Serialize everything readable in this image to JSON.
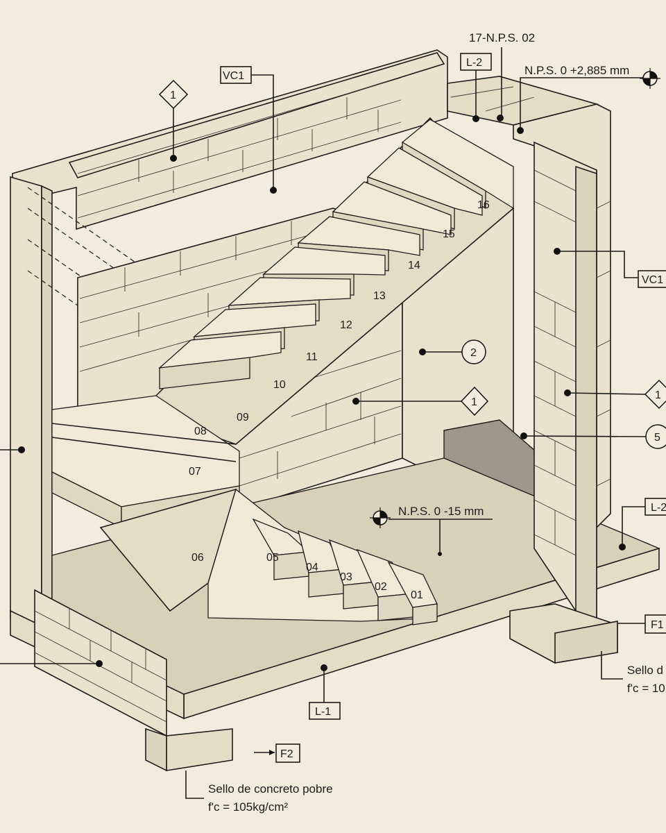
{
  "labels": {
    "level_top_ref": "17-N.P.S. 02",
    "level_top": "N.P.S. 0 +2,885 mm",
    "level_floor": "N.P.S. 0 -15 mm",
    "beam_l2": "L-2",
    "beam_l1": "L-1",
    "beam_l2_right": "L-2",
    "column_vc1_top": "VC1",
    "column_vc1_right": "VC1",
    "footing_f1": "F1",
    "footing_f2": "F2",
    "seal_note_left_1": "Sello de concreto pobre",
    "seal_note_left_2": "f'c = 105kg/cm²",
    "seal_note_right_1": "Sello d",
    "seal_note_right_2": "f'c = 10"
  },
  "callouts": {
    "diamond_1_top": "1",
    "diamond_1_mid": "1",
    "diamond_1_right": "1",
    "circle_2": "2",
    "circle_5": "5"
  },
  "steps": [
    "01",
    "02",
    "03",
    "04",
    "05",
    "06",
    "07",
    "08",
    "09",
    "10",
    "11",
    "12",
    "13",
    "14",
    "15",
    "16"
  ]
}
